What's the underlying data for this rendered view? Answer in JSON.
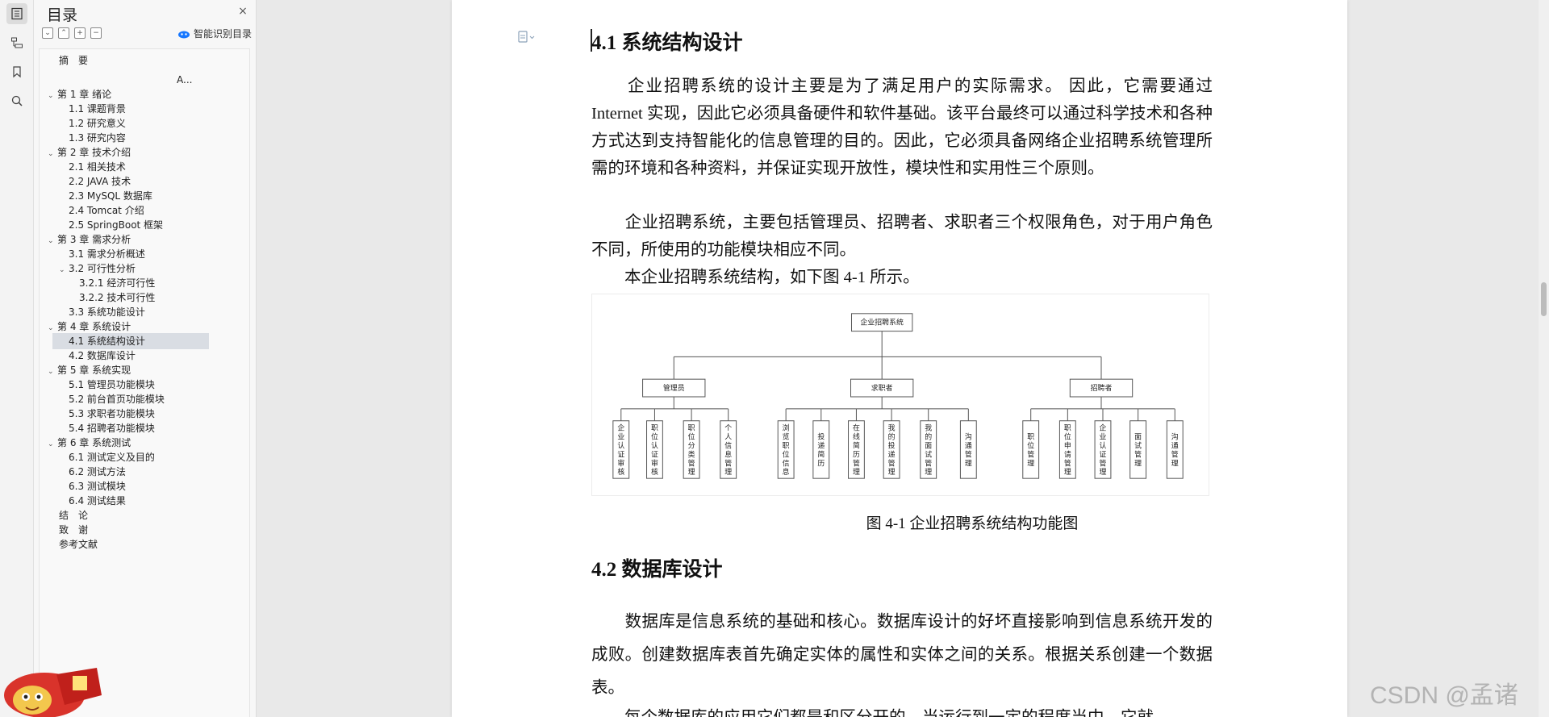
{
  "toc": {
    "title": "目录",
    "close": "×",
    "smart_label": "智能识别目录",
    "tools": [
      "⌄",
      "⌃",
      "+",
      "−"
    ],
    "items": [
      {
        "label": "摘　要",
        "level": 0,
        "chevron": ""
      },
      {
        "label": "A...",
        "level": 9,
        "chevron": ""
      },
      {
        "label": "第 1 章  绪论",
        "level": 0,
        "chevron": "⌄"
      },
      {
        "label": "1.1 课题背景",
        "level": 1,
        "chevron": ""
      },
      {
        "label": "1.2 研究意义",
        "level": 1,
        "chevron": ""
      },
      {
        "label": "1.3 研究内容",
        "level": 1,
        "chevron": ""
      },
      {
        "label": "第 2 章  技术介绍",
        "level": 0,
        "chevron": "⌄"
      },
      {
        "label": "2.1 相关技术",
        "level": 1,
        "chevron": ""
      },
      {
        "label": "2.2 JAVA 技术",
        "level": 1,
        "chevron": ""
      },
      {
        "label": "2.3 MySQL 数据库",
        "level": 1,
        "chevron": ""
      },
      {
        "label": "2.4 Tomcat 介绍",
        "level": 1,
        "chevron": ""
      },
      {
        "label": "2.5 SpringBoot 框架",
        "level": 1,
        "chevron": ""
      },
      {
        "label": "第 3 章  需求分析",
        "level": 0,
        "chevron": "⌄"
      },
      {
        "label": "3.1 需求分析概述",
        "level": 1,
        "chevron": ""
      },
      {
        "label": "3.2 可行性分析",
        "level": 1,
        "chevron": "⌄"
      },
      {
        "label": "3.2.1 经济可行性",
        "level": 2,
        "chevron": ""
      },
      {
        "label": "3.2.2 技术可行性",
        "level": 2,
        "chevron": ""
      },
      {
        "label": "3.3 系统功能设计",
        "level": 1,
        "chevron": ""
      },
      {
        "label": "第 4 章  系统设计",
        "level": 0,
        "chevron": "⌄"
      },
      {
        "label": "4.1 系统结构设计",
        "level": 1,
        "chevron": "",
        "selected": true
      },
      {
        "label": "4.2 数据库设计",
        "level": 1,
        "chevron": ""
      },
      {
        "label": "第 5 章  系统实现",
        "level": 0,
        "chevron": "⌄"
      },
      {
        "label": "5.1 管理员功能模块",
        "level": 1,
        "chevron": ""
      },
      {
        "label": "5.2 前台首页功能模块",
        "level": 1,
        "chevron": ""
      },
      {
        "label": "5.3 求职者功能模块",
        "level": 1,
        "chevron": ""
      },
      {
        "label": "5.4 招聘者功能模块",
        "level": 1,
        "chevron": ""
      },
      {
        "label": "第 6 章  系统测试",
        "level": 0,
        "chevron": "⌄"
      },
      {
        "label": "6.1 测试定义及目的",
        "level": 1,
        "chevron": ""
      },
      {
        "label": "6.2 测试方法",
        "level": 1,
        "chevron": ""
      },
      {
        "label": "6.3 测试模块",
        "level": 1,
        "chevron": ""
      },
      {
        "label": "6.4 测试结果",
        "level": 1,
        "chevron": ""
      },
      {
        "label": "结　论",
        "level": 0,
        "chevron": ""
      },
      {
        "label": "致　谢",
        "level": 0,
        "chevron": ""
      },
      {
        "label": "参考文献",
        "level": 0,
        "chevron": ""
      }
    ]
  },
  "doc": {
    "h41": "4.1 系统结构设计",
    "p1": "　　企业招聘系统的设计主要是为了满足用户的实际需求。 因此，它需要通过 Internet 实现，因此它必须具备硬件和软件基础。该平台最终可以通过科学技术和各种方式达到支持智能化的信息管理的目的。因此，它必须具备网络企业招聘系统管理所需的环境和各种资料，并保证实现开放性，模块性和实用性三个原则。",
    "p2": "　　企业招聘系统，主要包括管理员、招聘者、求职者三个权限角色，对于用户角色不同，所使用的功能模块相应不同。",
    "p3": "　　本企业招聘系统结构，如下图 4-1 所示。",
    "figure": {
      "root": "企业招聘系统",
      "groups": [
        {
          "name": "管理员",
          "leaves": [
            "企业认证审核",
            "职位认证审核",
            "职位分类管理",
            "个人信息管理"
          ]
        },
        {
          "name": "求职者",
          "leaves": [
            "浏览职位信息",
            "投递简历",
            "在线简历管理",
            "我的投递管理",
            "我的面试管理",
            "沟通管理"
          ]
        },
        {
          "name": "招聘者",
          "leaves": [
            "职位管理",
            "职位申请管理",
            "企业认证管理",
            "面试管理",
            "沟通管理"
          ]
        }
      ]
    },
    "caption": "图 4-1  企业招聘系统结构功能图",
    "h42": "4.2 数据库设计",
    "p4": "　　数据库是信息系统的基础和核心。数据库设计的好坏直接影响到信息系统开发的成败。创建数据库表首先确定实体的属性和实体之间的关系。根据关系创建一个数据表。",
    "p5": "　　每个数据库的应用它们都是和区分开的，当运行到一定的程度当中，它就"
  },
  "watermark": "CSDN @孟诸",
  "colors": {
    "accent": "#1677ff",
    "selected": "#d9dde3"
  }
}
